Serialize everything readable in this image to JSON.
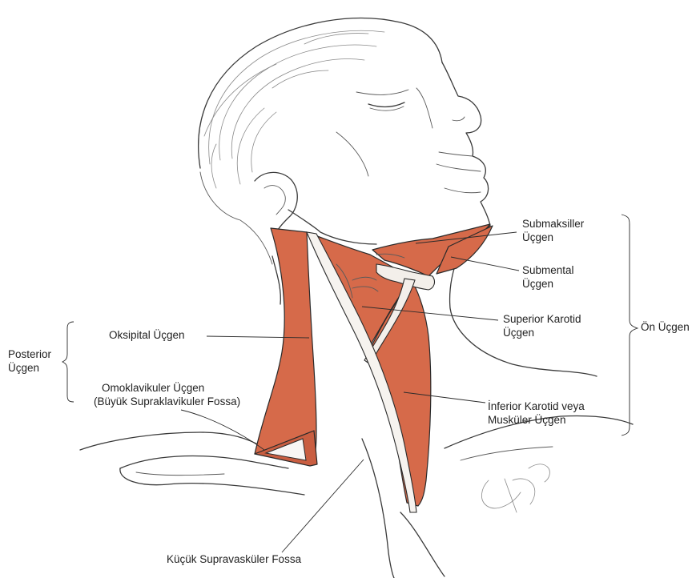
{
  "colors": {
    "muscle": "#d66a4a",
    "muscle_dark": "#b9553a",
    "line": "#2b2b2b",
    "text": "#1f1f1f"
  },
  "labels": {
    "submaksiller": [
      "Submaksiller",
      "Üçgen"
    ],
    "submental": [
      "Submental",
      "Üçgen"
    ],
    "superior_karotid": [
      "Superior Karotid",
      "Üçgen"
    ],
    "inferior_karotid": [
      "İnferior Karotid veya",
      "Musküler Üçgen"
    ],
    "on_ucgen": "Ön Üçgen",
    "oksipital": "Oksipital Üçgen",
    "posterior": [
      "Posterior",
      "Üçgen"
    ],
    "omoklavikuler": [
      "Omoklavikuler Üçgen",
      "(Büyük Supraklavikuler Fossa)"
    ],
    "kucuk_supra": "Küçük Supravasküler Fossa"
  }
}
